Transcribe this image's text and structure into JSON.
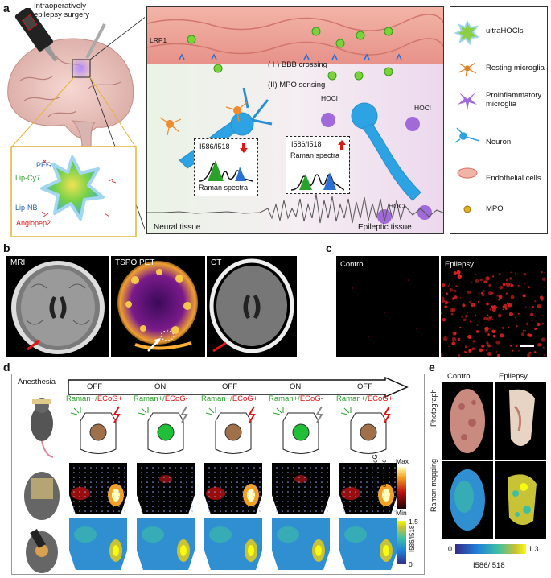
{
  "panels": {
    "a": "a",
    "b": "b",
    "c": "c",
    "d": "d",
    "e": "e"
  },
  "a": {
    "surgery_label_1": "Intraoperatively",
    "surgery_label_2": "epilepsy surgery",
    "nano_labels": [
      "PEG",
      "Lip-Cy7",
      "Lip-NB",
      "Angiopep2"
    ],
    "receptor": "LRP1",
    "bbb": "( I ) BBB crossing",
    "mpo": "(II) MPO sensing",
    "hocl": "HOCl",
    "ratio_left": "I586/I518",
    "ratio_right": "I586/I518",
    "raman": "Raman spectra",
    "neural": "Neural tissue",
    "epileptic": "Epileptic tissue",
    "legend": [
      "ultraHOCls",
      "Resting microglia",
      "Proinflammatory microglia",
      "Neuron",
      "Endothelial cells",
      "MPO"
    ]
  },
  "b": {
    "labels": [
      "MRI",
      "TSPO PET",
      "CT"
    ]
  },
  "c": {
    "labels": [
      "Control",
      "Epilepsy"
    ]
  },
  "d": {
    "anesthesia": "Anesthesia",
    "states": [
      "OFF",
      "ON",
      "OFF",
      "ON",
      "OFF"
    ],
    "conditions": [
      {
        "raman": "Raman+/",
        "ecog": "ECoG+"
      },
      {
        "raman": "Raman+/",
        "ecog": "ECoG-"
      },
      {
        "raman": "Raman+/",
        "ecog": "ECoG+"
      },
      {
        "raman": "Raman+/",
        "ecog": "ECoG-"
      },
      {
        "raman": "Raman+/",
        "ecog": "ECoG+"
      }
    ],
    "colorbar1": {
      "max": "Max",
      "min": "Min",
      "label_1": "Norm. ECoG",
      "label_2": "amplitude"
    },
    "colorbar2": {
      "max": "1.5",
      "min": "0",
      "label": "I586/I518"
    }
  },
  "e": {
    "cols": [
      "Control",
      "Epilepsy"
    ],
    "rows": [
      "Photograph",
      "Raman mapping"
    ],
    "cbar_min": "0",
    "cbar_max": "1.3",
    "cbar_label": "I586/I518"
  },
  "colors": {
    "green": "#2aa12a",
    "red": "#e01515",
    "raman_bg": "#3a7bd5"
  }
}
